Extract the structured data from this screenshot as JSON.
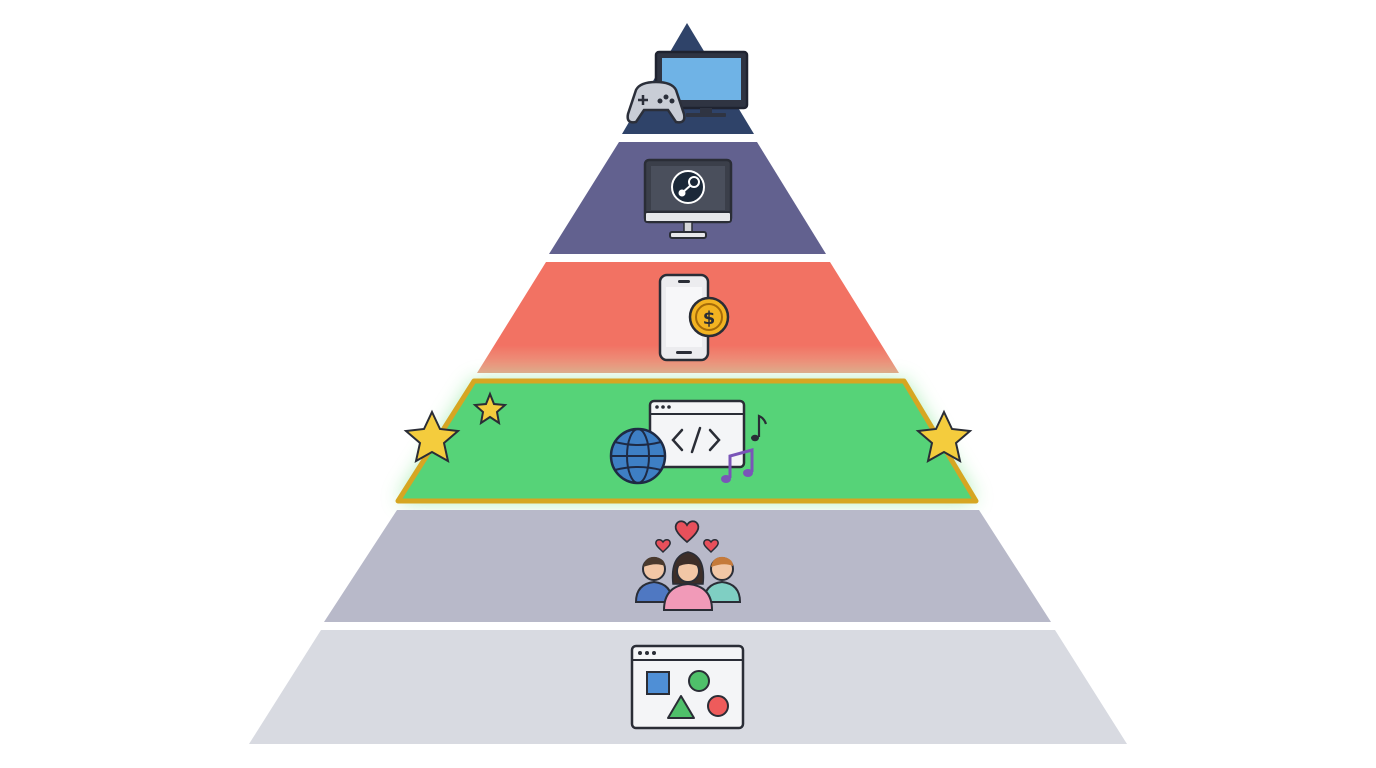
{
  "diagram": {
    "kind": "pyramid",
    "tiers": [
      {
        "id": "console-gaming",
        "color": "#2f4369",
        "icon": "console-tv-and-gamepad-icon"
      },
      {
        "id": "pc-gaming",
        "color": "#62618f",
        "icon": "monitor-with-steam-logo-icon"
      },
      {
        "id": "mobile-gaming",
        "color": "#f27263",
        "icon": "smartphone-with-coin-icon"
      },
      {
        "id": "web-gaming",
        "color": "#56d378",
        "icon": "browser-code-globe-music-icon",
        "highlighted": true,
        "highlight_border": "#d6a622",
        "glow": "#7fe38f"
      },
      {
        "id": "community",
        "color": "#b8b9c9",
        "icon": "people-with-hearts-icon"
      },
      {
        "id": "browser-basics",
        "color": "#d8dae1",
        "icon": "browser-with-shapes-icon"
      }
    ],
    "decorations": [
      "star-icon",
      "star-icon",
      "star-icon"
    ]
  }
}
